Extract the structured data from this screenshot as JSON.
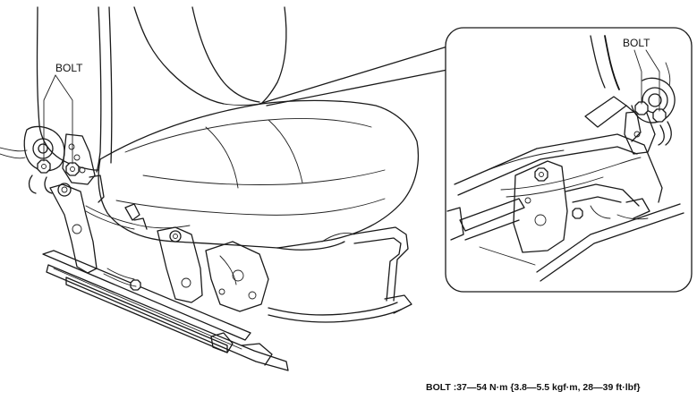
{
  "labels": {
    "bolt_main": "BOLT",
    "bolt_detail": "BOLT"
  },
  "torque_spec": "BOLT :37—54 N·m {3.8—5.5 kgf·m, 28—39 ft·lbf}",
  "colors": {
    "line": "#1a1a1a",
    "background": "#ffffff"
  }
}
